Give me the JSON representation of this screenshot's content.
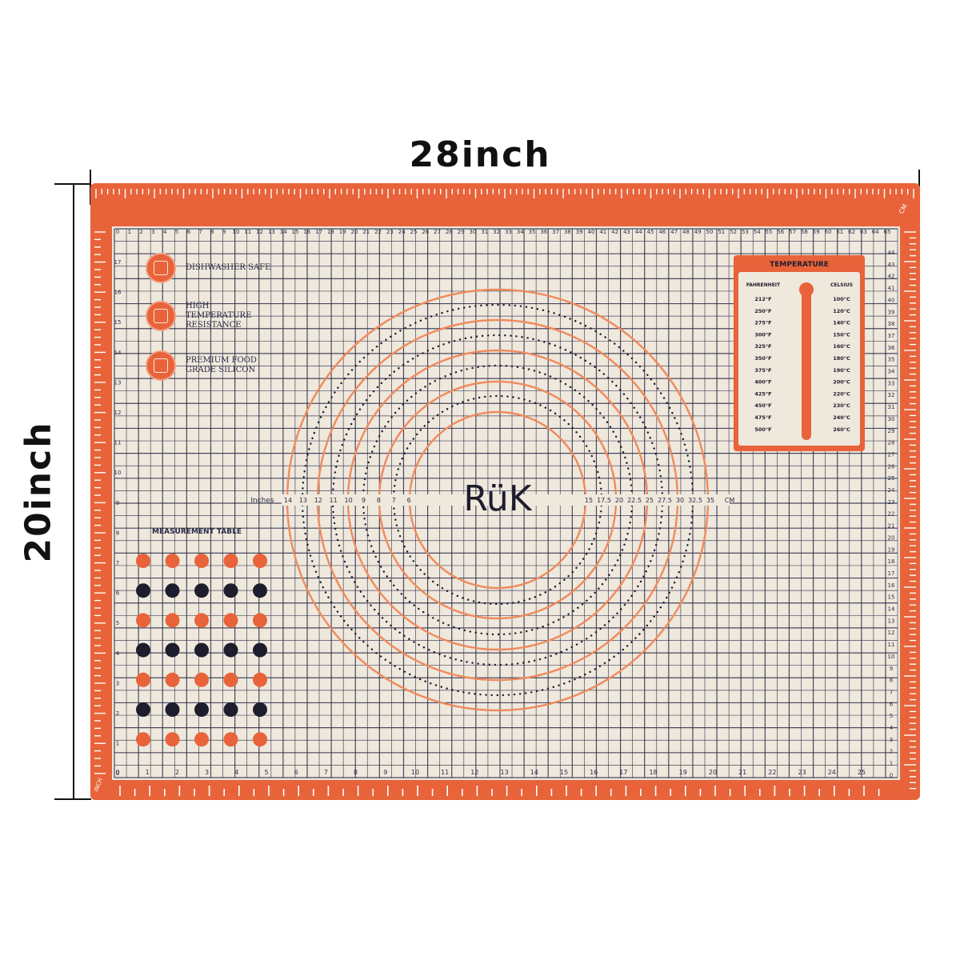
{
  "dimensions": {
    "width_label": "28inch",
    "height_label": "20inch"
  },
  "brand": "RüK",
  "features": [
    {
      "icon": "dishwasher-icon",
      "label": "DISHWASHER SAFE"
    },
    {
      "icon": "thermometer-icon",
      "label": "HIGH TEMPERATURE RESISTANCE"
    },
    {
      "icon": "food-grade-badge-icon",
      "label": "PREMIUM FOOD GRADE SILICON"
    }
  ],
  "measurement_table_title": "MEASUREMENT TABLE",
  "circle_scale": {
    "inches_label": "Inches",
    "inch_values": [
      "14",
      "13",
      "12",
      "11",
      "10",
      "9",
      "8",
      "7",
      "6"
    ],
    "cm_label": "CM",
    "cm_values": [
      "15",
      "17.5",
      "20",
      "22.5",
      "25",
      "27.5",
      "30",
      "32.5",
      "35"
    ]
  },
  "temperature": {
    "title": "TEMPERATURE",
    "fahrenheit_header": "FAHRENHEIT",
    "celsius_header": "CELSIUS",
    "fahrenheit": [
      "212°F",
      "250°F",
      "275°F",
      "300°F",
      "325°F",
      "350°F",
      "375°F",
      "400°F",
      "425°F",
      "450°F",
      "475°F",
      "500°F"
    ],
    "celsius": [
      "100°C",
      "120°C",
      "140°C",
      "150°C",
      "160°C",
      "180°C",
      "190°C",
      "200°C",
      "220°C",
      "230°C",
      "240°C",
      "260°C"
    ]
  },
  "rulers": {
    "top_cm": [
      "0",
      "1",
      "2",
      "3",
      "4",
      "5",
      "6",
      "7",
      "8",
      "9",
      "10",
      "11",
      "12",
      "13",
      "14",
      "15",
      "16",
      "17",
      "18",
      "19",
      "20",
      "21",
      "22",
      "23",
      "24",
      "25",
      "26",
      "27",
      "28",
      "29",
      "30",
      "31",
      "32",
      "33",
      "34",
      "35",
      "36",
      "37",
      "38",
      "39",
      "40",
      "41",
      "42",
      "43",
      "44",
      "45",
      "46",
      "47",
      "48",
      "49",
      "50",
      "51",
      "52",
      "53",
      "54",
      "55",
      "56",
      "57",
      "58",
      "59",
      "60",
      "61",
      "62",
      "63",
      "64",
      "65"
    ],
    "bottom_inch": [
      "0",
      "1",
      "2",
      "3",
      "4",
      "5",
      "6",
      "7",
      "8",
      "9",
      "10",
      "11",
      "12",
      "13",
      "14",
      "15",
      "16",
      "17",
      "18",
      "19",
      "20",
      "21",
      "22",
      "23",
      "24",
      "25"
    ],
    "left_inch": [
      "17",
      "16",
      "15",
      "14",
      "13",
      "12",
      "11",
      "10",
      "9",
      "8",
      "7",
      "6",
      "5",
      "4",
      "3",
      "2",
      "1",
      "0"
    ],
    "right_cm": [
      "44",
      "43",
      "42",
      "41",
      "40",
      "39",
      "38",
      "37",
      "36",
      "35",
      "34",
      "33",
      "32",
      "31",
      "30",
      "29",
      "28",
      "27",
      "26",
      "25",
      "24",
      "23",
      "22",
      "21",
      "20",
      "19",
      "18",
      "17",
      "16",
      "15",
      "14",
      "13",
      "12",
      "11",
      "10",
      "9",
      "8",
      "7",
      "6",
      "5",
      "4",
      "3",
      "2",
      "1",
      "0"
    ],
    "corner_cm_label": "CM",
    "corner_inch_label": "INCH"
  },
  "colors": {
    "border_orange": "#e8633a",
    "circle_orange": "#f08a5d",
    "grid_navy": "#2b2d4a",
    "mat_beige": "#efe8dc"
  }
}
